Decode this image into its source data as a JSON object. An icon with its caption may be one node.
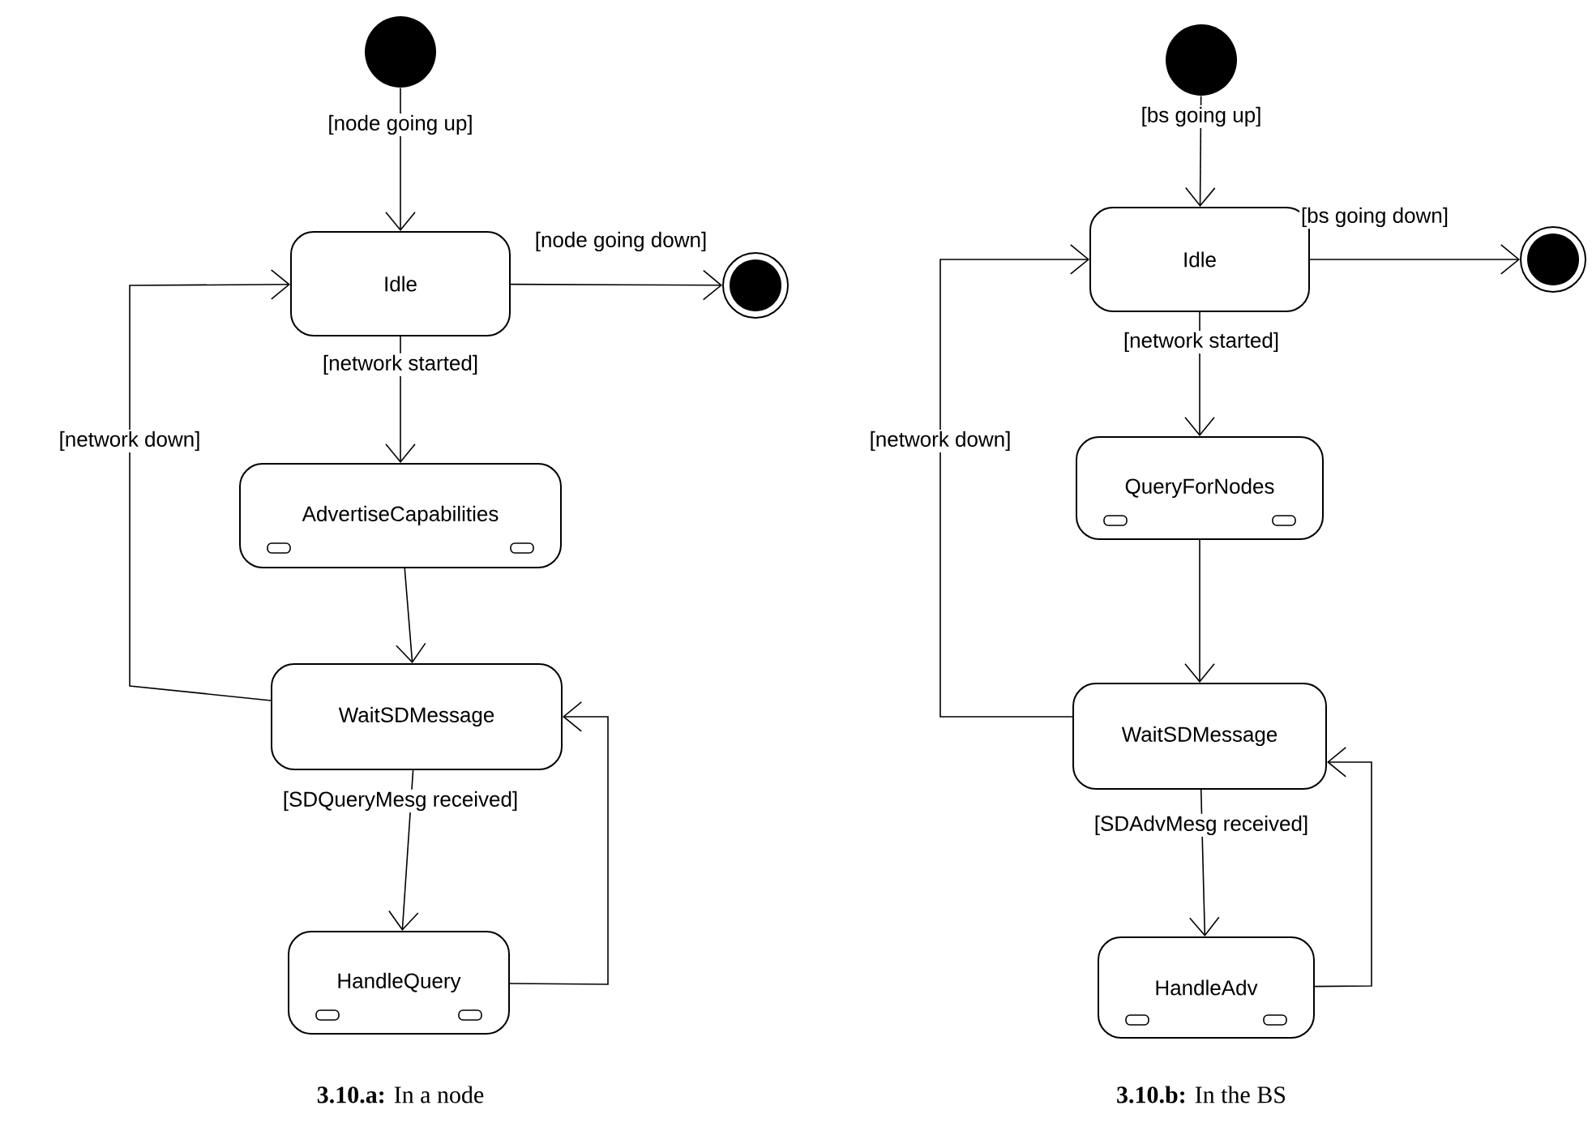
{
  "diagram": {
    "nodes": [
      {
        "text": [],
        "shape": "circle"
      },
      {
        "text": [
          "Idle"
        ]
      },
      {
        "text": [],
        "shape": "bullseye"
      },
      {
        "text": [
          "AdvertiseCapabilities"
        ]
      },
      {
        "text": [
          "WaitSDMessage"
        ]
      },
      {
        "text": [
          "HandleQuery"
        ]
      },
      {
        "text": [],
        "shape": "circle"
      },
      {
        "text": [
          "Idle"
        ]
      },
      {
        "text": [],
        "shape": "bullseye"
      },
      {
        "text": [
          "QueryForNodes"
        ]
      },
      {
        "text": [
          "WaitSDMessage"
        ]
      },
      {
        "text": [
          "HandleAdv"
        ]
      }
    ],
    "edges": [
      {
        "from": 0,
        "to": 1,
        "arrow": "to",
        "label": "[node going up]"
      },
      {
        "from": 1,
        "to": 2,
        "arrow": "to",
        "label": "[node going down]"
      },
      {
        "from": 1,
        "to": 3,
        "arrow": "to",
        "label": "[network started]"
      },
      {
        "from": 3,
        "to": 4,
        "arrow": "to"
      },
      {
        "from": 4,
        "to": 1,
        "arrow": "to",
        "label": "[network down]"
      },
      {
        "from": 4,
        "to": 5,
        "arrow": "to",
        "label": "[SDQueryMesg received]"
      },
      {
        "from": 5,
        "to": 4,
        "arrow": "to"
      },
      {
        "from": 6,
        "to": 7,
        "arrow": "to",
        "label": "[bs going up]"
      },
      {
        "from": 7,
        "to": 8,
        "arrow": "to",
        "label": "[bs going down]"
      },
      {
        "from": 7,
        "to": 9,
        "arrow": "to",
        "label": "[network started]"
      },
      {
        "from": 9,
        "to": 10,
        "arrow": "to"
      },
      {
        "from": 10,
        "to": 7,
        "arrow": "to",
        "label": "[network down]"
      },
      {
        "from": 10,
        "to": 11,
        "arrow": "to",
        "label": "[SDAdvMesg received]"
      },
      {
        "from": 11,
        "to": 10,
        "arrow": "to"
      }
    ],
    "labels": [
      "**3.10.a:** In a node",
      "**3.10.b:** In the BS"
    ]
  }
}
